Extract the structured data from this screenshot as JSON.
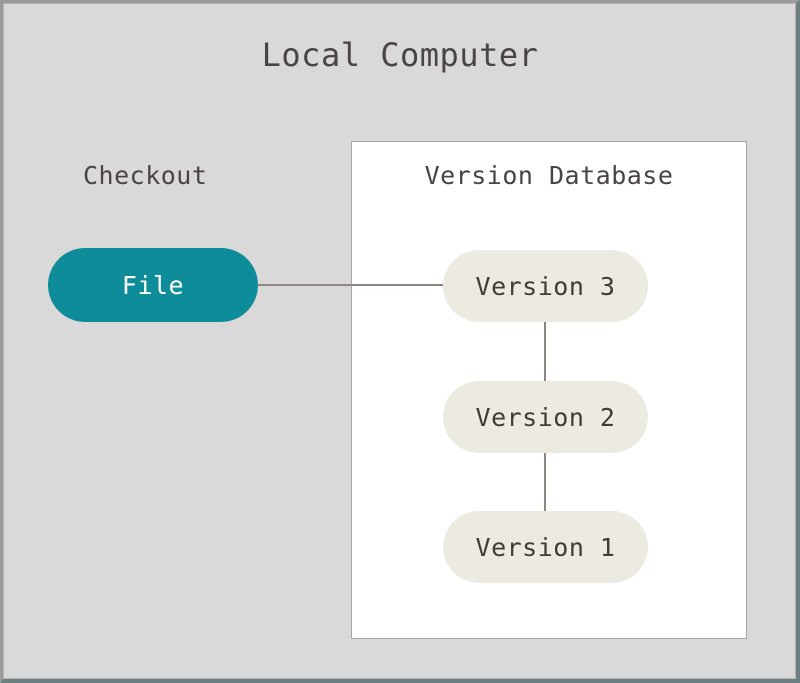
{
  "diagram": {
    "title": "Local Computer",
    "background_color": "#d9d9d9",
    "frame_color": "#9b9b9b",
    "frame_shadow_color": "#6d7f82",
    "text_color": "#4a4442"
  },
  "checkout": {
    "label": "Checkout",
    "node": {
      "label": "File",
      "fill_color": "#0e8c99",
      "text_color": "#ffffff"
    }
  },
  "version_database": {
    "label": "Version Database",
    "panel_fill": "#ffffff",
    "panel_border": "#a6a6a6",
    "node_fill": "#edeae1",
    "node_text_color": "#413c39",
    "versions": [
      {
        "label": "Version 3"
      },
      {
        "label": "Version 2"
      },
      {
        "label": "Version 1"
      }
    ]
  },
  "connectors": {
    "color": "#8d8780",
    "links": [
      {
        "from": "File",
        "to": "Version 3"
      },
      {
        "from": "Version 3",
        "to": "Version 2"
      },
      {
        "from": "Version 2",
        "to": "Version 1"
      }
    ]
  }
}
